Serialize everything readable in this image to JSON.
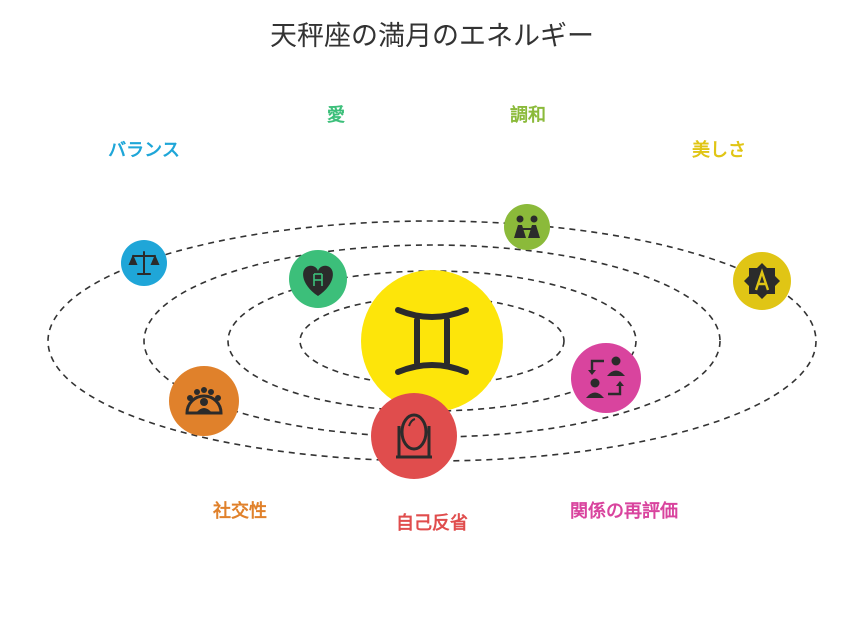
{
  "title": "天秤座の満月のエネルギー",
  "center": {
    "icon": "gemini-symbol-icon",
    "color": "#FDE50A"
  },
  "nodes": [
    {
      "id": "balance",
      "label": "バランス",
      "icon": "scales-icon",
      "color": "#1FA6D8"
    },
    {
      "id": "love",
      "label": "愛",
      "icon": "heart-icon",
      "color": "#3CBF7A"
    },
    {
      "id": "harmony",
      "label": "調和",
      "icon": "people-holding-hands-icon",
      "color": "#8BBA3A"
    },
    {
      "id": "beauty",
      "label": "美しさ",
      "icon": "badge-letter-icon",
      "color": "#E0C515"
    },
    {
      "id": "social",
      "label": "社交性",
      "icon": "group-people-icon",
      "color": "#E0812B"
    },
    {
      "id": "reflection",
      "label": "自己反省",
      "icon": "mirror-icon",
      "color": "#E04D4D"
    },
    {
      "id": "relationship",
      "label": "関係の再評価",
      "icon": "exchange-people-icon",
      "color": "#D9449E"
    }
  ]
}
